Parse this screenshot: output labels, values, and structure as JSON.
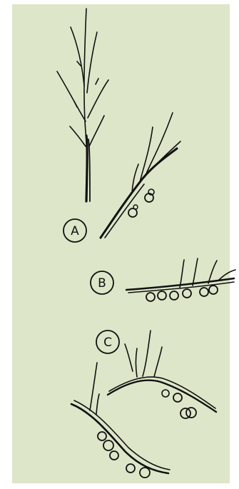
{
  "labels": {
    "a": "A",
    "b": "B",
    "c": "C"
  },
  "colors": {
    "background": "#dde6c8",
    "ink": "#111111"
  },
  "icons": [
    "pruned-stem-icon",
    "arching-stem-fruit-icon",
    "horizontal-stem-fruit-icon",
    "bent-stems-fruit-icon"
  ]
}
